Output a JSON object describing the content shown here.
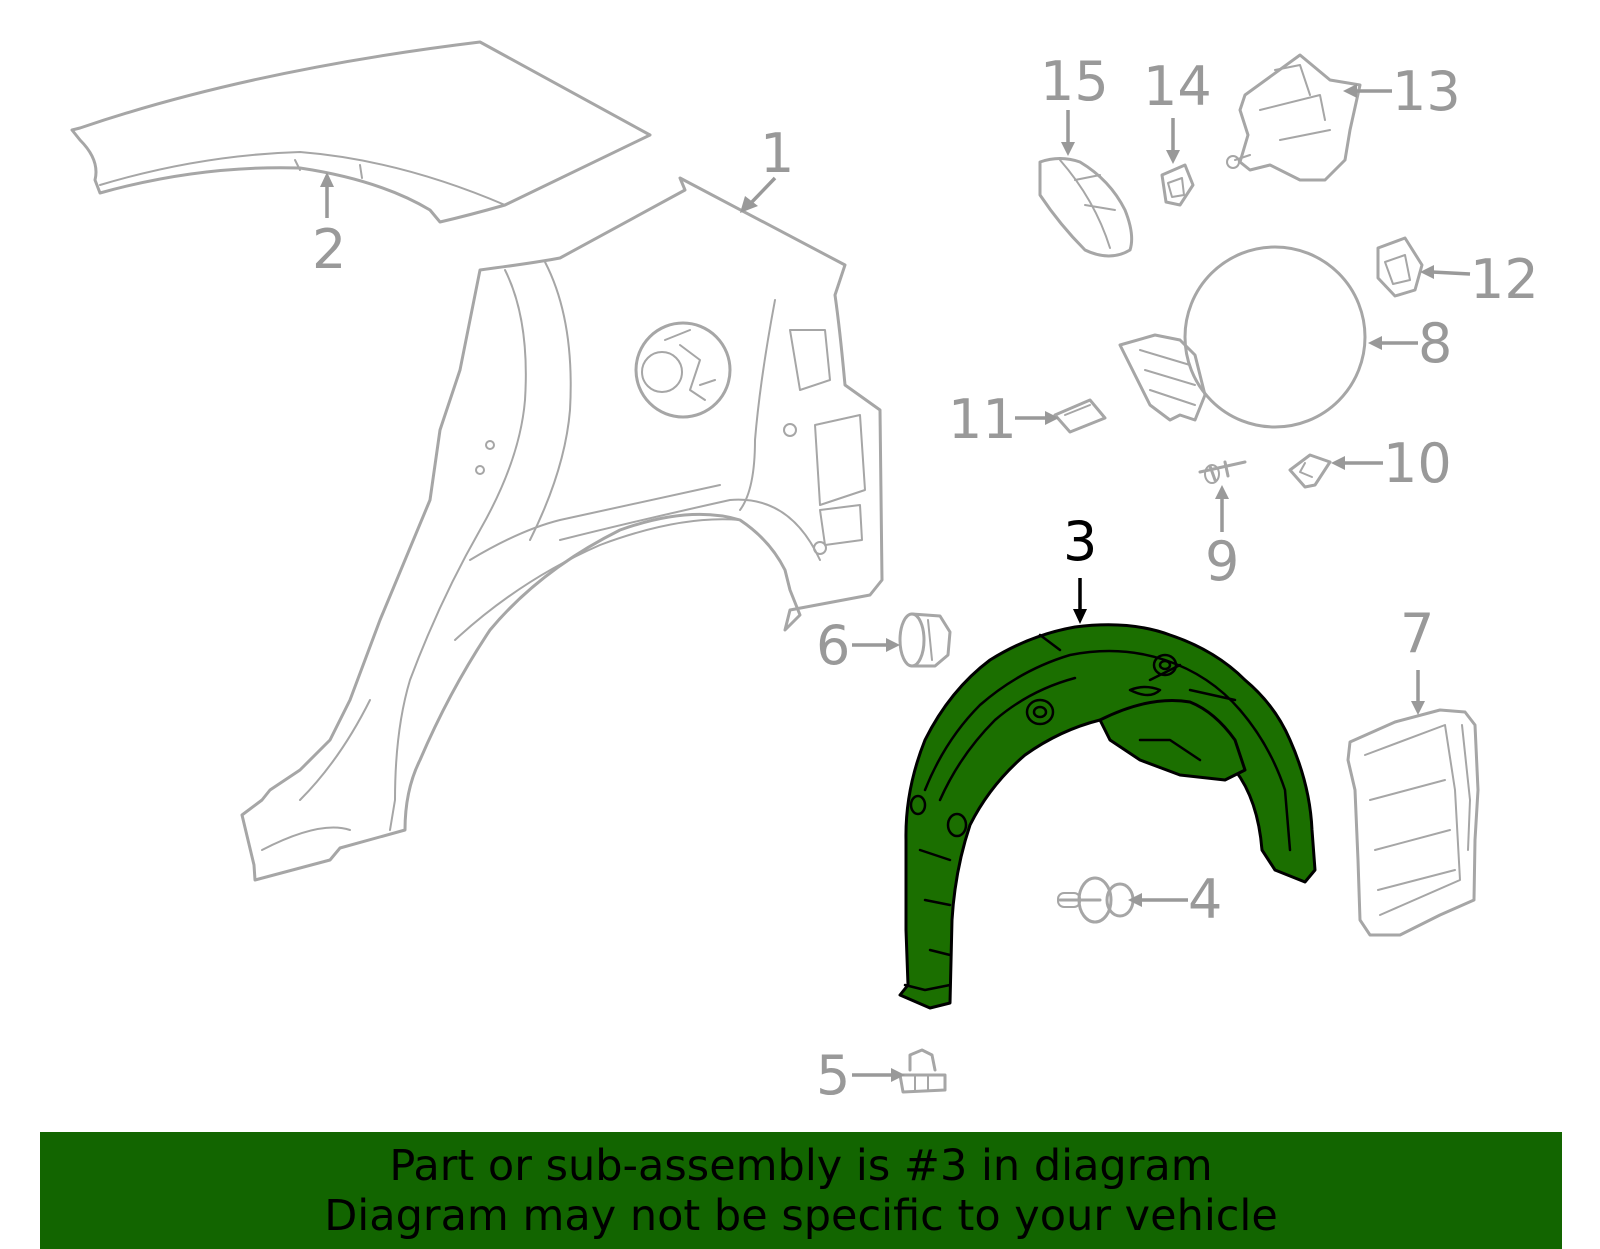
{
  "diagram": {
    "highlighted_part": "3",
    "callouts": [
      {
        "id": "c1",
        "label": "1"
      },
      {
        "id": "c2",
        "label": "2"
      },
      {
        "id": "c3",
        "label": "3"
      },
      {
        "id": "c4",
        "label": "4"
      },
      {
        "id": "c5",
        "label": "5"
      },
      {
        "id": "c6",
        "label": "6"
      },
      {
        "id": "c7",
        "label": "7"
      },
      {
        "id": "c8",
        "label": "8"
      },
      {
        "id": "c9",
        "label": "9"
      },
      {
        "id": "c10",
        "label": "10"
      },
      {
        "id": "c11",
        "label": "11"
      },
      {
        "id": "c12",
        "label": "12"
      },
      {
        "id": "c13",
        "label": "13"
      },
      {
        "id": "c14",
        "label": "14"
      },
      {
        "id": "c15",
        "label": "15"
      }
    ],
    "colors": {
      "highlight_fill": "#1b6f00",
      "banner_background": "#126500",
      "part_outline": "#a6a6a6",
      "callout_text": "#999999",
      "active_callout_text": "#000000"
    }
  },
  "banner": {
    "line1": "Part or sub-assembly is #3 in diagram",
    "line2": "Diagram may not be specific to your vehicle"
  }
}
